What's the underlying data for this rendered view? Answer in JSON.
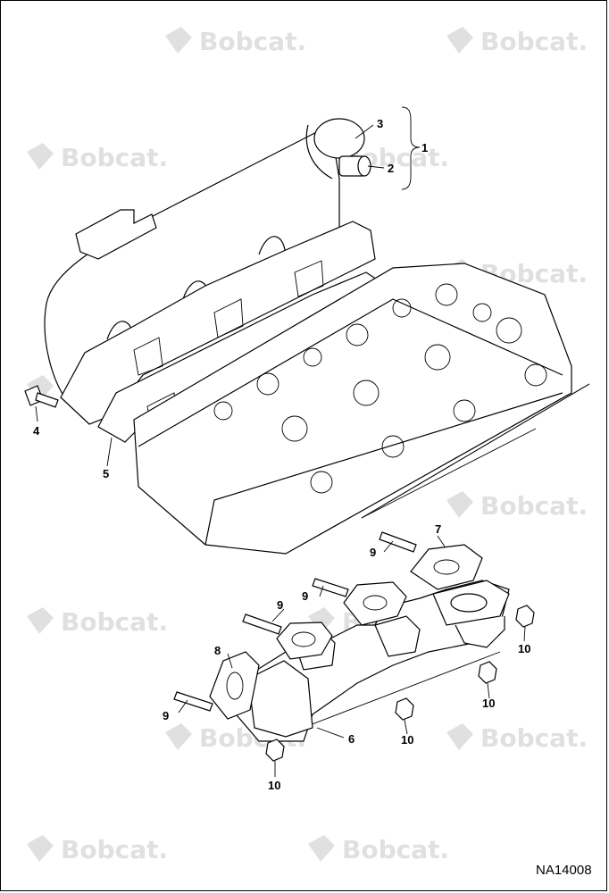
{
  "watermark": {
    "text": "Bobcat.",
    "color": "#d9d9d9"
  },
  "callouts": [
    {
      "id": "c1",
      "label": "1"
    },
    {
      "id": "c2",
      "label": "2"
    },
    {
      "id": "c3",
      "label": "3"
    },
    {
      "id": "c4",
      "label": "4"
    },
    {
      "id": "c5",
      "label": "5"
    },
    {
      "id": "c6",
      "label": "6"
    },
    {
      "id": "c7",
      "label": "7"
    },
    {
      "id": "c8",
      "label": "8"
    },
    {
      "id": "c9a",
      "label": "9"
    },
    {
      "id": "c9b",
      "label": "9"
    },
    {
      "id": "c9c",
      "label": "9"
    },
    {
      "id": "c9d",
      "label": "9"
    },
    {
      "id": "c10a",
      "label": "10"
    },
    {
      "id": "c10b",
      "label": "10"
    },
    {
      "id": "c10c",
      "label": "10"
    },
    {
      "id": "c10d",
      "label": "10"
    }
  ],
  "figure_ref": "NA14008"
}
